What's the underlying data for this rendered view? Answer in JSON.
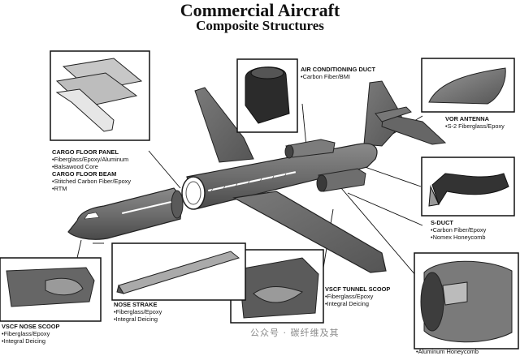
{
  "title": "Commercial Aircraft",
  "subtitle": "Composite Structures",
  "components": {
    "cargo_floor_panel": {
      "name": "CARGO FLOOR PANEL",
      "items": [
        "Fiberglass/Epoxy/Aluminum",
        "Balsawood Core"
      ]
    },
    "cargo_floor_beam": {
      "name": "CARGO FLOOR BEAM",
      "items": [
        "Stitched Carbon Fiber/Epoxy",
        "RTM"
      ]
    },
    "air_conditioning_duct": {
      "name": "AIR CONDITIONING DUCT",
      "items": [
        "Carbon Fiber/BMI"
      ]
    },
    "vor_antenna": {
      "name": "VOR ANTENNA",
      "items": [
        "S-2 Fiberglass/Epoxy"
      ]
    },
    "s_duct": {
      "name": "S-DUCT",
      "items": [
        "Carbon Fiber/Epoxy",
        "Nomex Honeycomb"
      ]
    },
    "vscf_tunnel_scoop": {
      "name": "VSCF TUNNEL SCOOP",
      "items": [
        "Fiberglass/Epoxy",
        "Integral Deicing"
      ]
    },
    "nose_strake": {
      "name": "NOSE STRAKE",
      "items": [
        "Fiberglass/Epoxy",
        "Integral Deicing"
      ]
    },
    "vscf_nose_scoop": {
      "name": "VSCF NOSE SCOOP",
      "items": [
        "Fiberglass/Epoxy",
        "Integral Deicing"
      ]
    },
    "nacelle": {
      "items": [
        "Aluminum Honeycomb"
      ]
    }
  },
  "watermark": "公众号 · 碳纤维及其"
}
